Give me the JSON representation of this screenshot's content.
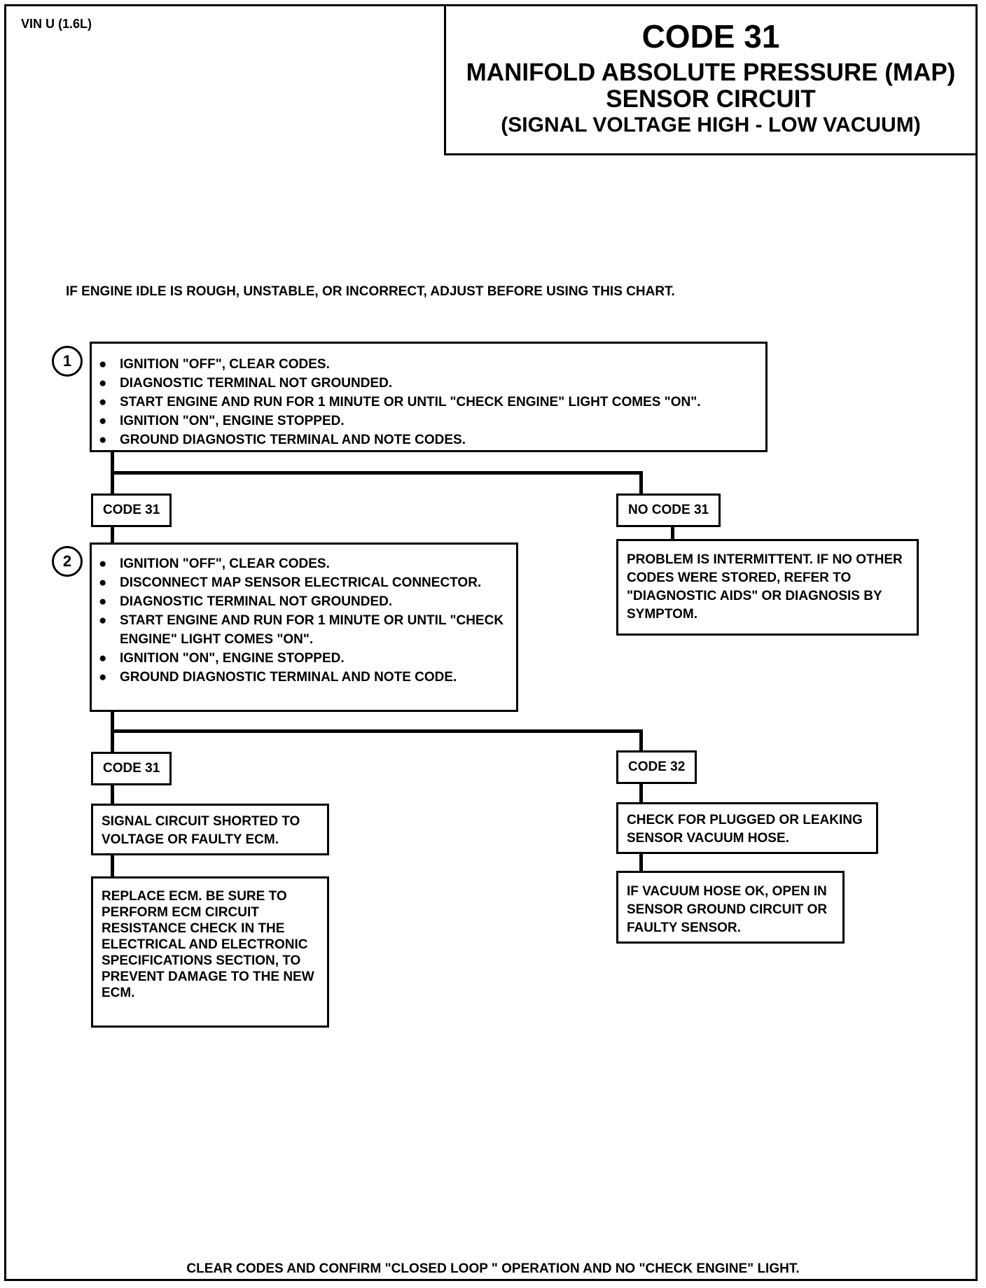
{
  "vin": "VIN U (1.6L)",
  "title": {
    "code": "CODE 31",
    "line1": "MANIFOLD ABSOLUTE PRESSURE (MAP)",
    "line2": "SENSOR CIRCUIT",
    "line3": "(SIGNAL VOLTAGE HIGH  -  LOW VACUUM)"
  },
  "note": "IF ENGINE IDLE IS ROUGH, UNSTABLE, OR INCORRECT, ADJUST BEFORE USING THIS CHART.",
  "step1": {
    "number": "1",
    "items": [
      "IGNITION \"OFF\", CLEAR CODES.",
      "DIAGNOSTIC TERMINAL NOT GROUNDED.",
      "START ENGINE  AND RUN FOR 1 MINUTE OR UNTIL \"CHECK ENGINE\" LIGHT COMES \"ON\".",
      "IGNITION \"ON\", ENGINE STOPPED.",
      "GROUND DIAGNOSTIC TERMINAL AND NOTE CODES."
    ]
  },
  "branch1": {
    "left_label": "CODE 31",
    "right_label": "NO CODE 31",
    "right_text": "PROBLEM IS INTERMITTENT.  IF NO OTHER CODES WERE STORED, REFER TO \"DIAGNOSTIC AIDS\" OR DIAGNOSIS BY SYMPTOM."
  },
  "step2": {
    "number": "2",
    "items": [
      "IGNITION \"OFF\", CLEAR CODES.",
      "DISCONNECT MAP SENSOR ELECTRICAL CONNECTOR.",
      "DIAGNOSTIC TERMINAL NOT GROUNDED.",
      "START  ENGINE AND RUN FOR 1 MINUTE OR UNTIL \"CHECK ENGINE\" LIGHT COMES \"ON\".",
      "IGNITION \"ON\", ENGINE STOPPED.",
      "GROUND DIAGNOSTIC TERMINAL AND NOTE CODE."
    ]
  },
  "branch2": {
    "left_label": "CODE 31",
    "left_result": "SIGNAL CIRCUIT  SHORTED TO VOLTAGE OR FAULTY ECM.",
    "left_action": "REPLACE ECM.  BE SURE TO PERFORM ECM CIRCUIT RESISTANCE CHECK IN THE ELECTRICAL AND ELECTRONIC SPECIFICATIONS SECTION, TO PREVENT DAMAGE TO THE NEW ECM.",
    "right_label": "CODE 32",
    "right_result": "CHECK FOR PLUGGED OR LEAKING SENSOR VACUUM HOSE.",
    "right_action": "IF VACUUM HOSE OK, OPEN IN SENSOR GROUND CIRCUIT OR FAULTY SENSOR."
  },
  "footer": "CLEAR CODES AND CONFIRM \"CLOSED LOOP \" OPERATION AND NO \"CHECK ENGINE\" LIGHT."
}
